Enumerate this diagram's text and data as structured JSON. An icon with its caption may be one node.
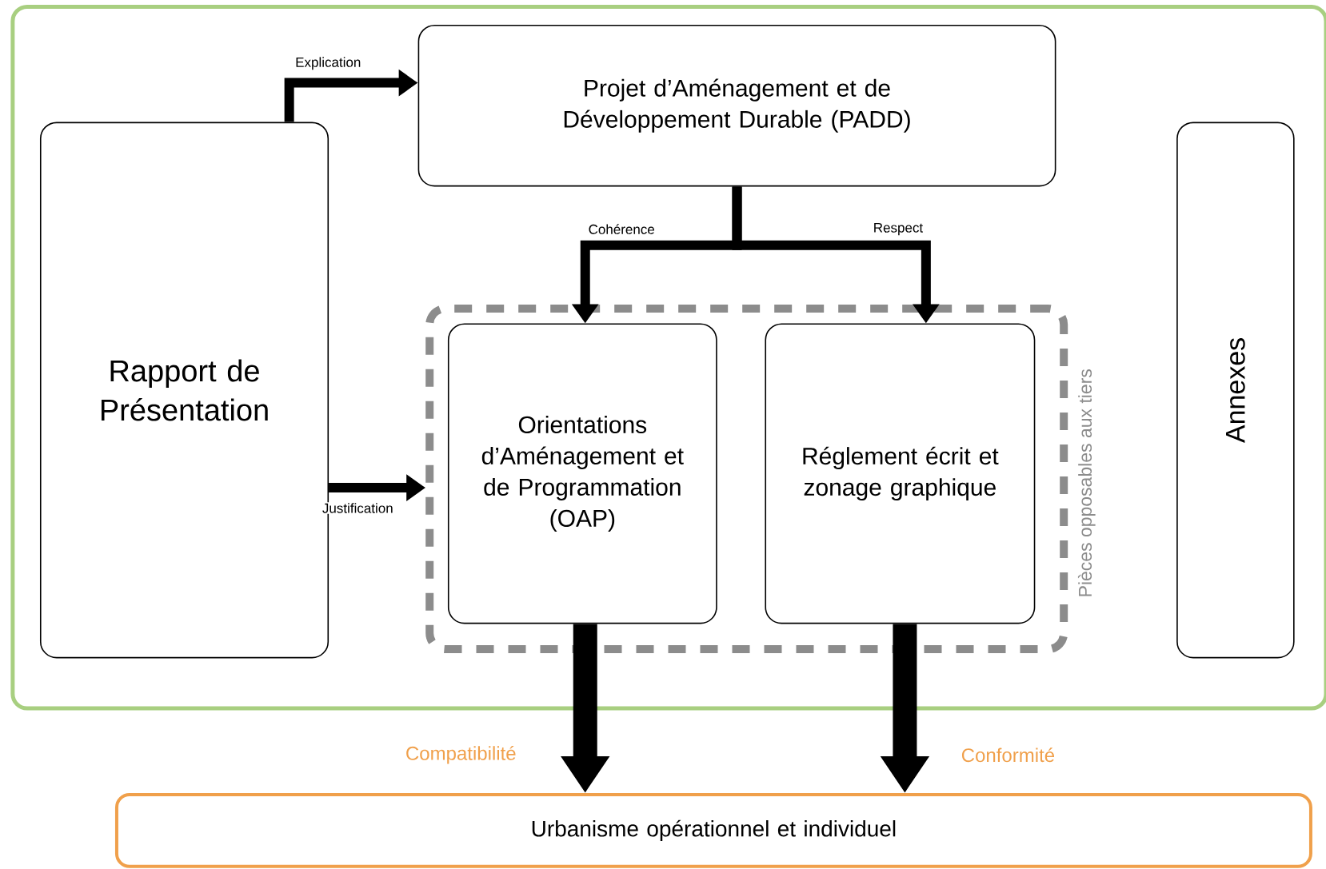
{
  "diagram": {
    "nodes": [
      {
        "text": [
          "Rapport de Présentation"
        ]
      },
      {
        "text": [
          "Projet d’Aménagement et de Développement Durable (PADD)"
        ]
      },
      {
        "text": [
          "Pièces opposables aux tiers"
        ]
      },
      {
        "text": [
          "Orientations d’Aménagement et de Programmation (OAP)"
        ],
        "in": 2
      },
      {
        "text": [
          "Réglement écrit et zonage graphique"
        ],
        "in": 2
      },
      {
        "text": [
          "Annexes"
        ]
      },
      {
        "text": [
          "Urbanisme opérationnel et individuel"
        ]
      }
    ],
    "edges": [
      {
        "from": 0,
        "to": 1,
        "arrow": "to",
        "label": "Explication"
      },
      {
        "from": 0,
        "to": 2,
        "arrow": "to",
        "label": "Justification"
      },
      {
        "from": 1,
        "to": 3,
        "arrow": "to",
        "label": "Cohérence"
      },
      {
        "from": 1,
        "to": 4,
        "arrow": "to",
        "label": "Respect"
      },
      {
        "from": 3,
        "to": 6,
        "arrow": "to",
        "label": "Compatibilité",
        "style": "thick"
      },
      {
        "from": 4,
        "to": 6,
        "arrow": "to",
        "label": "Conformité",
        "style": "thick"
      }
    ]
  }
}
